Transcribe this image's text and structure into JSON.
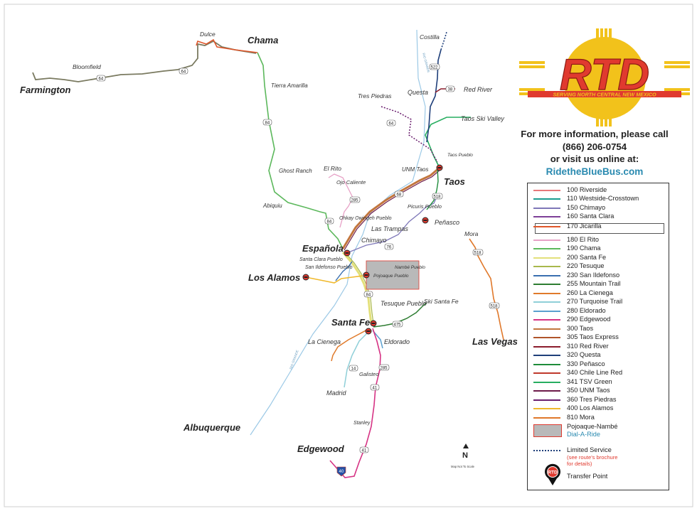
{
  "logo": {
    "text": "RTD",
    "tagline": "SERVING NORTH CENTRAL NEW MEXICO",
    "red": "#e03a2f",
    "yellow": "#f2c21b"
  },
  "info": {
    "line1": "For more information, please call",
    "phone": "(866) 206-0754",
    "line3": "or visit us online at:",
    "url": "RidetheBlueBus.com"
  },
  "cities": [
    "Farmington",
    "Chama",
    "Taos",
    "Española",
    "Los Alamos",
    "Santa Fe",
    "Las Vegas",
    "Albuquerque",
    "Edgewood"
  ],
  "towns": [
    "Bloomfield",
    "Dulce",
    "Tierra Amarilla",
    "Ghost Ranch",
    "Abiquiu",
    "El Rito",
    "Ojo Caliente",
    "Ohkay Owingeh Pueblo",
    "Chimayo",
    "Santa Clara Pueblo",
    "San Ildefonso Pueblo",
    "Pojoaque Pueblo",
    "Nambé Pueblo",
    "Las Trampas",
    "Picuris Pueblo",
    "Peñasco",
    "Costilla",
    "Questa",
    "Red River",
    "Tres Piedras",
    "Taos Ski Valley",
    "Taos Pueblo",
    "UNM Taos",
    "Mora",
    "Tesuque Pueblo",
    "Ski Santa Fe",
    "La Cienega",
    "Eldorado",
    "Galisteo",
    "Madrid",
    "Stanley"
  ],
  "highways": [
    "64",
    "64",
    "84",
    "84",
    "84",
    "285",
    "68",
    "76",
    "518",
    "522",
    "38",
    "64",
    "518",
    "518",
    "475",
    "14",
    "285",
    "41",
    "41",
    "40"
  ],
  "rivers": [
    "RIO GRANDE",
    "RIO GRANDE"
  ],
  "north": {
    "letter": "N",
    "note": "Map Not To Scale"
  },
  "legend": {
    "routes": [
      {
        "label": "100 Riverside",
        "color": "#e8787a"
      },
      {
        "label": "110 Westside-Crosstown",
        "color": "#1b9c8f"
      },
      {
        "label": "150 Chimayo",
        "color": "#7e77b8"
      },
      {
        "label": "160 Santa Clara",
        "color": "#7d3f98"
      },
      {
        "label": "170 Jicarilla",
        "color": "#e0562a"
      },
      {
        "label": "180 El Rito",
        "color": "#e7a1c6"
      },
      {
        "label": "190 Chama",
        "color": "#5cb85c"
      },
      {
        "label": "200 Santa Fe",
        "color": "#e3e07a"
      },
      {
        "label": "220 Tesuque",
        "color": "#a8b84c"
      },
      {
        "label": "230 San Ildefonso",
        "color": "#3a6fb0"
      },
      {
        "label": "255 Mountain Trail",
        "color": "#2e7d32"
      },
      {
        "label": "260 La Cienega",
        "color": "#e07a2a"
      },
      {
        "label": "270 Turquoise Trail",
        "color": "#8fcfd8"
      },
      {
        "label": "280 Eldorado",
        "color": "#5aa0cf"
      },
      {
        "label": "290 Edgewood",
        "color": "#d63384"
      },
      {
        "label": "300 Taos",
        "color": "#c2763e"
      },
      {
        "label": "305 Taos Express",
        "color": "#b0542a"
      },
      {
        "label": "310 Red River",
        "color": "#8b1c2c"
      },
      {
        "label": "320 Questa",
        "color": "#1f3f7a"
      },
      {
        "label": "330 Peñasco",
        "color": "#1e8c3a"
      },
      {
        "label": "340 Chile Line Red",
        "color": "#c0392b"
      },
      {
        "label": "341 TSV Green",
        "color": "#27ae60"
      },
      {
        "label": "350 UNM Taos",
        "color": "#6d1b4a"
      },
      {
        "label": "360 Tres Piedras",
        "color": "#6a1e6e"
      },
      {
        "label": "400 Los Alamos",
        "color": "#f0b92c"
      },
      {
        "label": "810 Mora",
        "color": "#e0782a"
      }
    ],
    "dial_a_ride_line1": "Pojoaque-Nambé",
    "dial_a_ride_line2": "Dial-A-Ride",
    "limited": "Limited Service",
    "limited_note1": "(see route's brochure",
    "limited_note2": "for details)",
    "transfer": "Transfer Point"
  }
}
